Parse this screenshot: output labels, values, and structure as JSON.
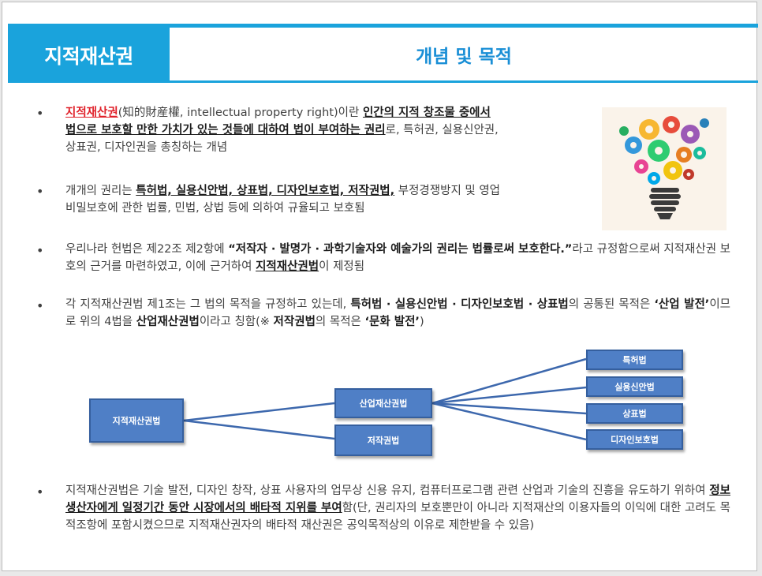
{
  "header": {
    "left_title": "지적재산권",
    "right_title": "개념 및 목적"
  },
  "bullets": {
    "b1": {
      "t1": "지적재산권",
      "t2": "(知的財産權, intellectual property right)이란 ",
      "t3": "인간의 지적 창조물 중에서",
      "t4": "법으로 보호할 만한 가치가 있는 것들에 대하여 법이 부여하는 권리",
      "t5": "로, 특허권, 실용신안권,",
      "t6": "상표권, 디자인권을 총칭하는 개념"
    },
    "b2": {
      "t1": "개개의 권리는 ",
      "t2": "특허법, 실용신안법, 상표법, 디자인보호법, 저작권법,",
      "t3": " 부정경쟁방지 및 영업",
      "t4": "비밀보호에 관한 법률, 민법, 상법 등에 의하여 규율되고 보호됨"
    },
    "b3": {
      "t1": "우리나라 헌법은 제22조 제2항에 ",
      "t2": "“저작자 · 발명가 · 과학기술자와 예술가의 권리는 법률로써 보호한다.”",
      "t3": "라고 규정함으로써 지적재산권 보호의 근거를 마련하였고, 이에 근거하여 ",
      "t4": "지적재산권법",
      "t5": "이 제정됨"
    },
    "b4": {
      "t1": "각 지적재산권법 제1조는 그 법의 목적을 규정하고 있는데, ",
      "t2": "특허법 · 실용신안법 · 디자인보호법 · 상표법",
      "t3": "의 공통된 목적은 ",
      "t4": "‘산업 발전’",
      "t5": "이므로 위의 4법을 ",
      "t6": "산업재산권법",
      "t7": "이라고 칭함(※ ",
      "t8": "저작권법",
      "t9": "의 목적은 ",
      "t10": "‘문화 발전’",
      "t11": ")"
    },
    "b5": {
      "t1": "지적재산권법은 기술 발전, 디자인 창작, 상표 사용자의 업무상 신용 유지, 컴퓨터프로그램 관련 산업과 기술의 진흥을 유도하기 위하여 ",
      "t2": "정보생산자에게 일정기간 동안 시장에서의 배타적 지위를 부여",
      "t3": "함(단, 권리자의 보호뿐만이 아니라 지적재산의 이용자들의 이익에 대한 고려도 목적조항에 포함시켰으므로 지적재산권자의 배타적 재산권은 공익목적상의 이유로 제한받을 수 있음)"
    },
    "bullet_symbol": "•"
  },
  "diagram": {
    "root": "지적재산권법",
    "mid_top": "산업재산권법",
    "mid_bottom": "저작권법",
    "leaves": [
      "특허법",
      "실용신안법",
      "상표법",
      "디자인보호법"
    ],
    "node_color": "#4f7fc6",
    "line_color": "#3d68ad"
  },
  "image": {
    "icon": "lightbulb-gears-icon"
  },
  "colors": {
    "accent": "#1aa3dc",
    "highlight": "#e0212a"
  }
}
